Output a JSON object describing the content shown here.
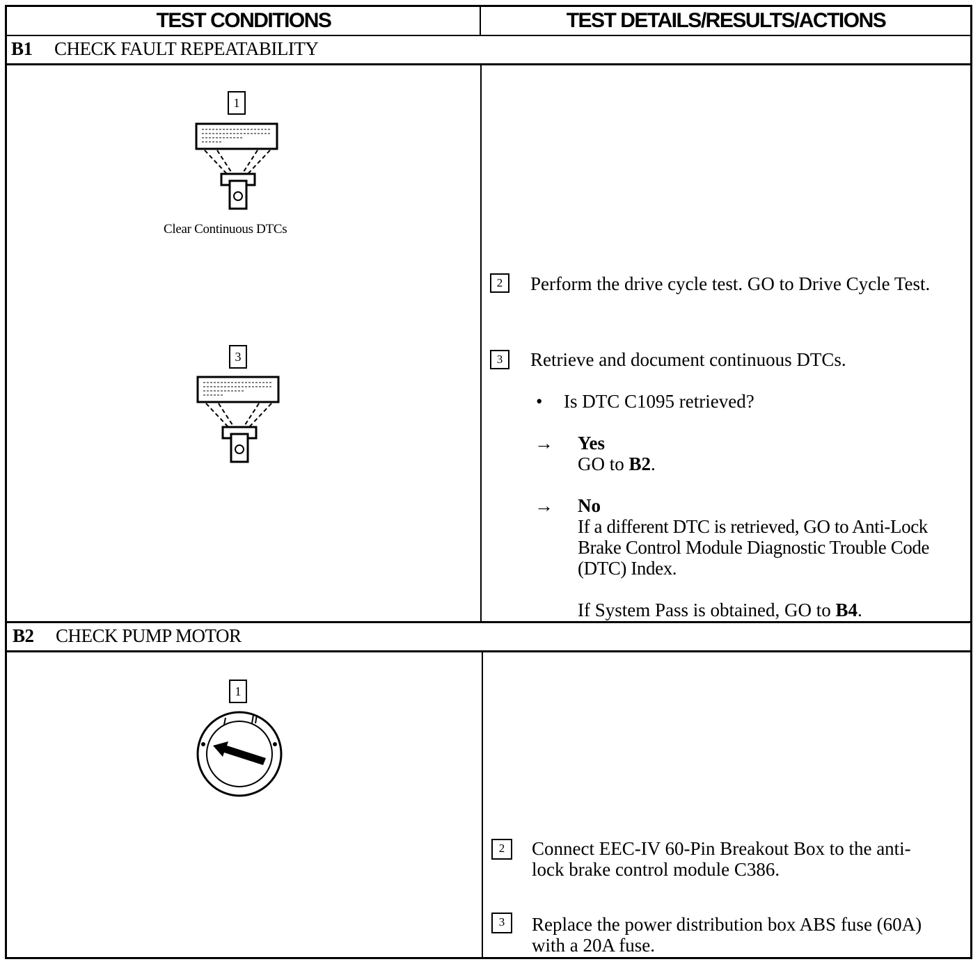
{
  "header": {
    "left": "TEST CONDITIONS",
    "right": "TEST DETAILS/RESULTS/ACTIONS"
  },
  "b1": {
    "code": "B1",
    "title": "CHECK FAULT REPEATABILITY",
    "figure1": {
      "num": "1",
      "caption": "Clear Continuous DTCs"
    },
    "figure3": {
      "num": "3"
    },
    "step2": {
      "num": "2",
      "text": "Perform the drive cycle test. GO to Drive Cycle Test."
    },
    "step3": {
      "num": "3",
      "text": "Retrieve and document continuous DTCs."
    },
    "bullet": "Is DTC C1095 retrieved?",
    "yes": {
      "arrow": "→",
      "label": "Yes",
      "text_prefix": "GO to ",
      "text_ref": "B2",
      "text_suffix": "."
    },
    "no": {
      "arrow": "→",
      "label": "No",
      "text1": "If a different DTC is retrieved, GO to Anti-Lock Brake Control Module Diagnostic Trouble Code (DTC) Index.",
      "text2_prefix": "If System Pass is obtained, GO to ",
      "text2_ref": "B4",
      "text2_suffix": "."
    }
  },
  "b2": {
    "code": "B2",
    "title": "CHECK PUMP MOTOR",
    "figure1": {
      "num": "1"
    },
    "step2": {
      "num": "2",
      "text": "Connect EEC-IV 60-Pin Breakout Box to the anti-lock brake control module C386."
    },
    "step3": {
      "num": "3",
      "text": "Replace the power distribution box ABS fuse (60A) with a 20A fuse."
    }
  }
}
